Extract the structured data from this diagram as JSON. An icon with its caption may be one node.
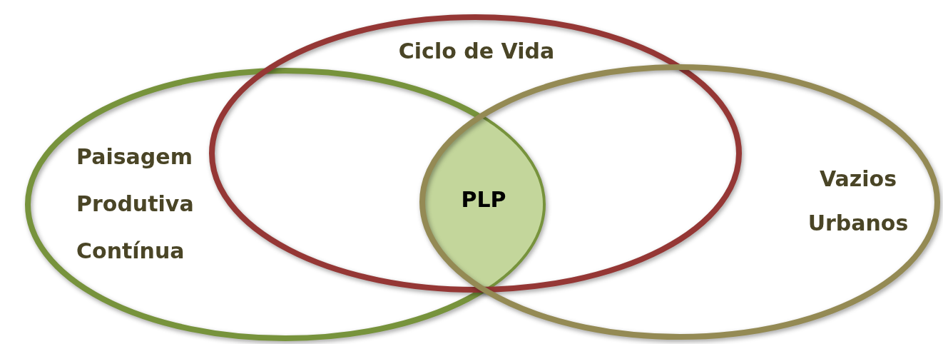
{
  "diagram": {
    "nodes": [
      {
        "text": [
          "Paisagem Produtiva Contínua"
        ]
      },
      {
        "text": [
          "Ciclo de Vida"
        ]
      },
      {
        "text": [
          "Vazios Urbanos"
        ]
      },
      {
        "text": [
          "PLP"
        ]
      }
    ],
    "edges": []
  }
}
